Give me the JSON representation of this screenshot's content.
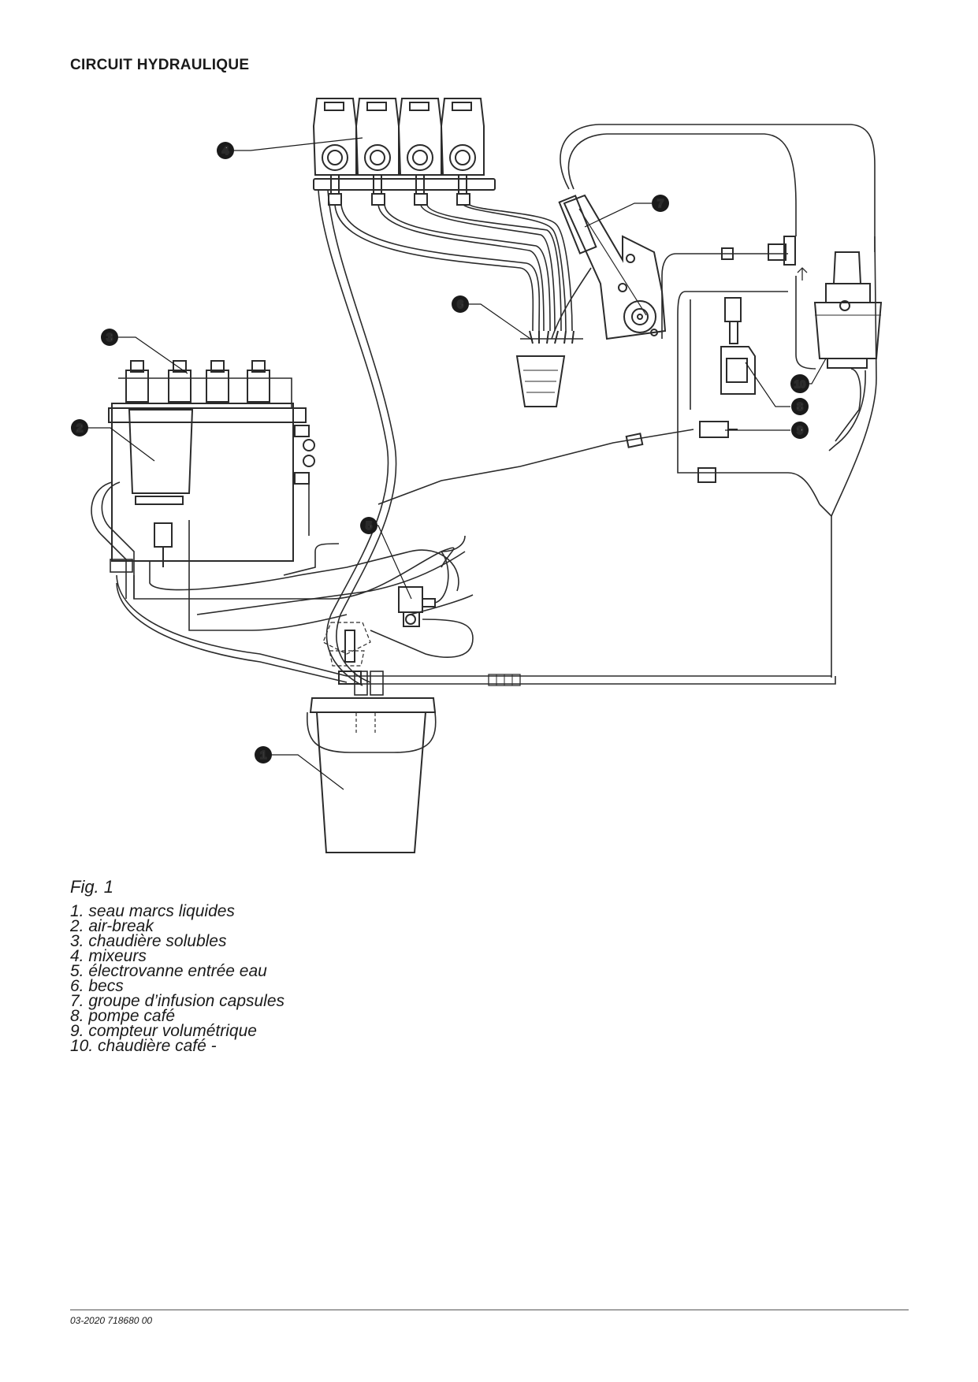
{
  "title": "CIRCUIT HYDRAULIQUE",
  "callouts": [
    "1",
    "2",
    "3",
    "4",
    "5",
    "6",
    "7",
    "8",
    "9",
    "10"
  ],
  "caption": "Fig. 1",
  "legend": [
    "1.  seau marcs liquides",
    "2.  air-break",
    "3.  chaudière solubles",
    "4.  mixeurs",
    "5.  électrovanne entrée eau",
    "6.  becs",
    "7.  groupe d’infusion capsules",
    "8.  pompe café",
    "9.  compteur volumétrique",
    "10.  chaudière café -"
  ],
  "footer": "03-2020 718680 00"
}
